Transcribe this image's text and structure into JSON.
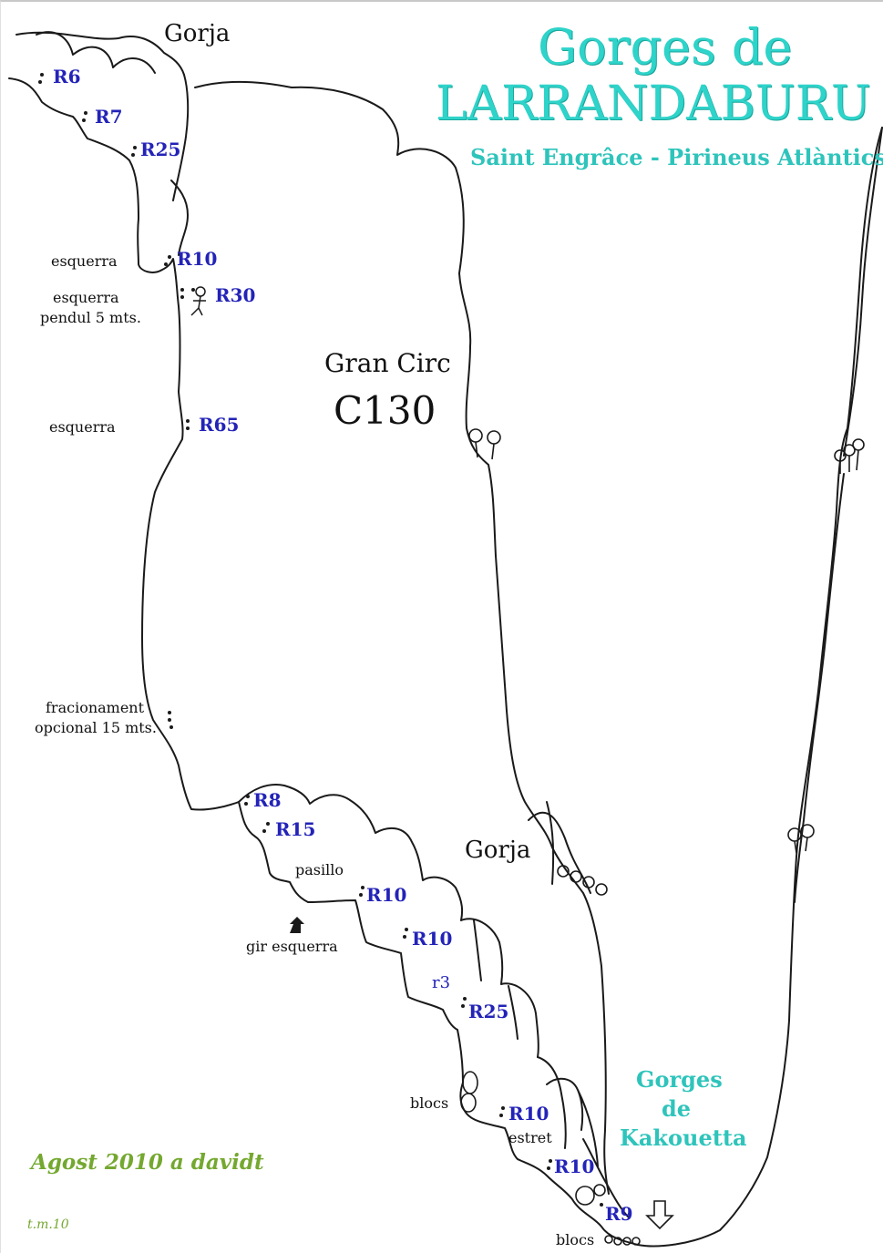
{
  "title": {
    "line1": "Gorges de",
    "line2": "LARRANDABURU",
    "subtitle": "Saint Engrâce - Pirineus Atlàntics"
  },
  "sections": {
    "gorja_top": "Gorja",
    "gran_circ": "Gran Circ",
    "c130": "C130",
    "gorja_mid": "Gorja"
  },
  "kakouetta": {
    "line1": "Gorges",
    "line2": "de",
    "line3": "Kakouetta"
  },
  "ropes": {
    "r6": "R6",
    "r7": "R7",
    "r25_top": "R25",
    "r10_a": "R10",
    "r30": "R30",
    "r65": "R65",
    "r8": "R8",
    "r15": "R15",
    "r10_b": "R10",
    "r10_c": "R10",
    "r3": "r3",
    "r25_low": "R25",
    "r10_d": "R10",
    "r10_e": "R10",
    "r9": "R9"
  },
  "notes": {
    "esquerra_1": "esquerra",
    "esquerra_pendul_1": "esquerra",
    "esquerra_pendul_2": "pendul 5 mts.",
    "esquerra_2": "esquerra",
    "fracionament_1": "fracionament",
    "fracionament_2": "opcional 15 mts.",
    "pasillo": "pasillo",
    "gir_esquerra": "gir esquerra",
    "blocs_1": "blocs",
    "estret": "estret",
    "blocs_2": "blocs"
  },
  "credit": {
    "signature": "Agost 2010 a davidt",
    "tag": "t.m.10"
  },
  "colors": {
    "title": "#2ed3c9",
    "rope": "#2323b8",
    "ink": "#111111",
    "credit": "#74a830"
  }
}
